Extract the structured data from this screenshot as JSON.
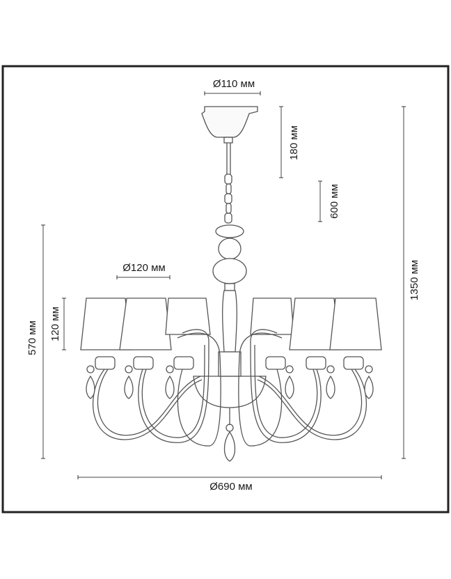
{
  "dimensions": {
    "canopy_diameter": "Ø110 мм",
    "canopy_height": "180 мм",
    "chain_length": "600 мм",
    "total_height": "1350 мм",
    "shade_diameter": "Ø120 мм",
    "shade_height": "120 мм",
    "body_height": "570 мм",
    "overall_diameter": "Ø690 мм"
  }
}
